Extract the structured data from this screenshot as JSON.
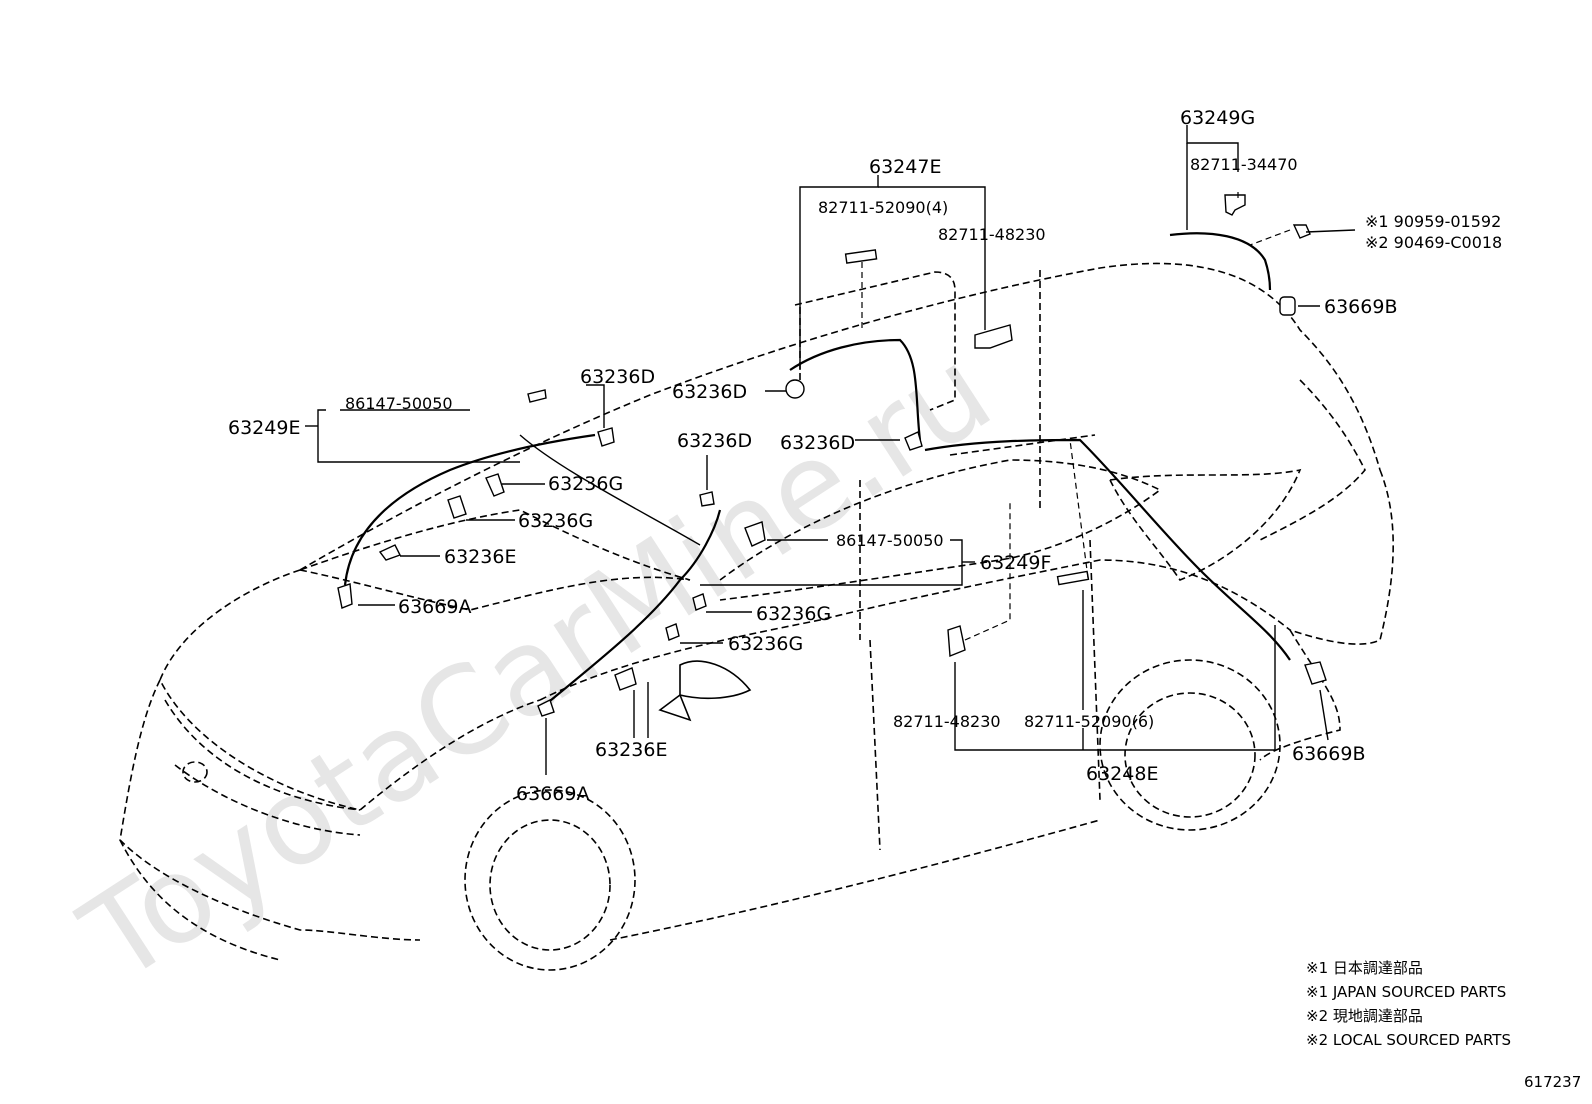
{
  "watermark": "ToyotaCarMine.ru",
  "diagram_id": "617237",
  "labels": {
    "g_63249G": "63249G",
    "p_82711_34470": "82711-34470",
    "n1_90959_01592": "※1 90959-01592",
    "n2_90469_C0018": "※2 90469-C0018",
    "p_63669B_top": "63669B",
    "g_63247E": "63247E",
    "p_82711_52090_4": "82711-52090(4)",
    "p_82711_48230_top": "82711-48230",
    "p_63236D_a": "63236D",
    "p_63236D_b": "63236D",
    "p_63236D_c": "63236D",
    "p_63236D_d": "63236D",
    "p_86147_50050_a": "86147-50050",
    "g_63249E": "63249E",
    "p_63236G_a": "63236G",
    "p_63236G_b": "63236G",
    "p_63236E_a": "63236E",
    "p_63669A_a": "63669A",
    "p_86147_50050_b": "86147-50050",
    "g_63249F": "63249F",
    "p_63236G_c": "63236G",
    "p_63236G_d": "63236G",
    "p_63236E_b": "63236E",
    "p_63669A_b": "63669A",
    "p_82711_48230_bot": "82711-48230",
    "p_82711_52090_6": "82711-52090(6)",
    "g_63248E": "63248E",
    "p_63669B_bot": "63669B"
  },
  "notes": [
    "※1 日本調達部品",
    "※1 JAPAN SOURCED PARTS",
    "※2 現地調達部品",
    "※2 LOCAL SOURCED PARTS"
  ]
}
